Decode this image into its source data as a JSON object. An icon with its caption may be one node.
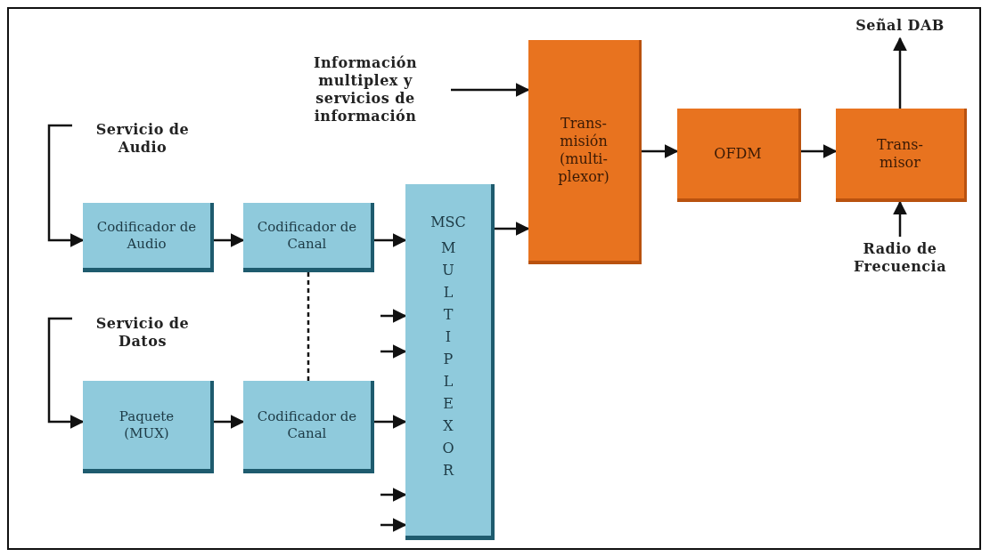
{
  "diagram": {
    "nodes": [
      {
        "text": [
          "Información multiplex y servicios de información"
        ]
      },
      {
        "text": [
          "Servicio de Audio"
        ]
      },
      {
        "text": [
          "Codificador de Audio"
        ]
      },
      {
        "text": [
          "Codificador de Canal"
        ]
      },
      {
        "text": [
          "MSC",
          "MULTIPLEXOR"
        ]
      },
      {
        "text": [
          "Trans- misión (multi- plexor)"
        ]
      },
      {
        "text": [
          "OFDM"
        ]
      },
      {
        "text": [
          "Trans- misor"
        ]
      },
      {
        "text": [
          "Señal DAB"
        ]
      },
      {
        "text": [
          "Radio de Frecuencia"
        ]
      },
      {
        "text": [
          "Servicio de Datos"
        ]
      },
      {
        "text": [
          "Paquete (MUX)"
        ]
      },
      {
        "text": [
          "Codificador de Canal"
        ]
      }
    ],
    "edges": [
      {
        "from": 0,
        "to": 5,
        "arrow": "to"
      },
      {
        "from": 1,
        "to": 2,
        "arrow": "to"
      },
      {
        "from": 2,
        "to": 3,
        "arrow": "to"
      },
      {
        "from": 3,
        "to": 4,
        "arrow": "to"
      },
      {
        "from": 4,
        "to": 5,
        "arrow": "to"
      },
      {
        "from": 5,
        "to": 6,
        "arrow": "to"
      },
      {
        "from": 6,
        "to": 7,
        "arrow": "to"
      },
      {
        "from": 7,
        "to": 8,
        "arrow": "to"
      },
      {
        "from": 9,
        "to": 7,
        "arrow": "to"
      },
      {
        "from": 10,
        "to": 11,
        "arrow": "to"
      },
      {
        "from": 11,
        "to": 12,
        "arrow": "to"
      },
      {
        "from": 12,
        "to": 4,
        "arrow": "to"
      },
      {
        "from": 3,
        "to": 12,
        "arrow": "none",
        "style": "dashed"
      },
      {
        "from": null,
        "to": 4,
        "arrow": "to"
      },
      {
        "from": null,
        "to": 4,
        "arrow": "to"
      },
      {
        "from": null,
        "to": 4,
        "arrow": "to"
      },
      {
        "from": null,
        "to": 4,
        "arrow": "to"
      }
    ]
  }
}
